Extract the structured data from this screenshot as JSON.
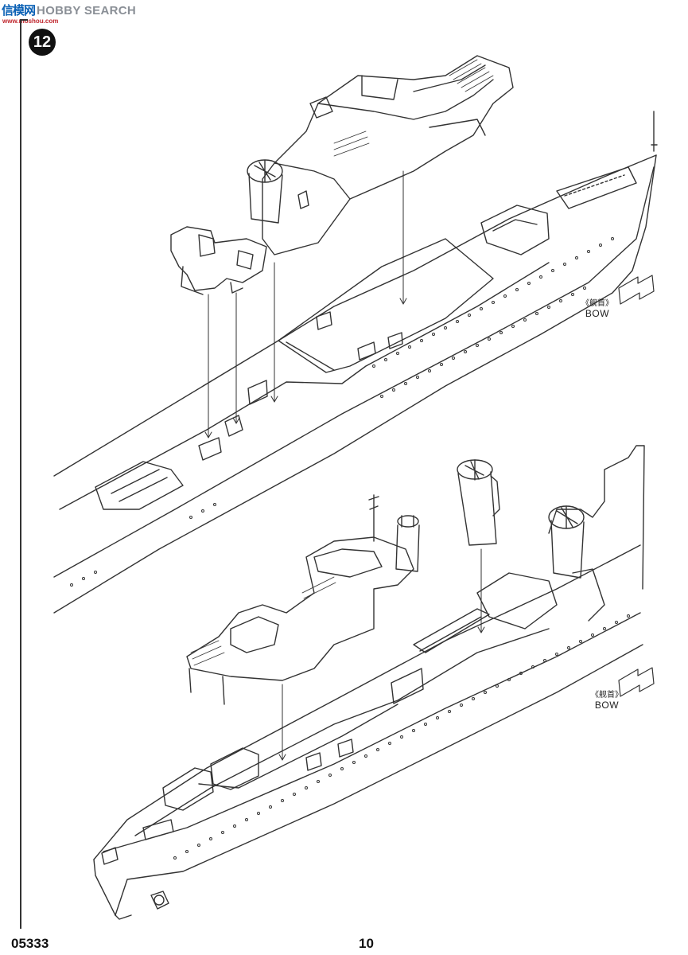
{
  "watermark": {
    "cn": "信模网",
    "en": "HOBBY SEARCH",
    "url": "www.moshou.com"
  },
  "step": {
    "number": "12"
  },
  "diagram": {
    "top_assembly": {
      "bow_label_cn": "《舰首》",
      "bow_label_en": "BOW",
      "arrow_icon": "bow-direction-arrow"
    },
    "bottom_assembly": {
      "bow_label_cn": "《舰首》",
      "bow_label_en": "BOW",
      "arrow_icon": "bow-direction-arrow"
    },
    "colors": {
      "line": "#333333",
      "background": "#ffffff",
      "badge": "#111111"
    }
  },
  "footer": {
    "kit_code": "05333",
    "page_number": "10"
  }
}
